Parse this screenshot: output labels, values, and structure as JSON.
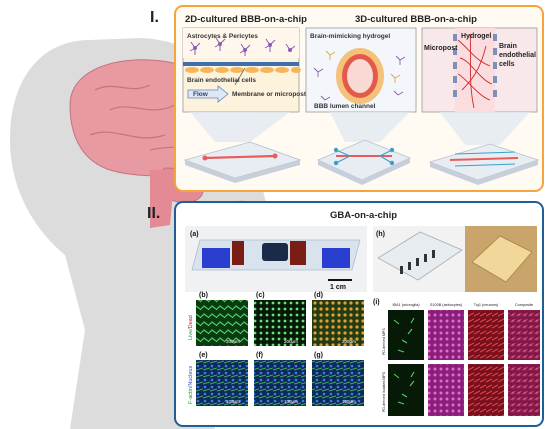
{
  "section1": {
    "roman": "I.",
    "title_2d": "2D-cultured BBB-on-a-chip",
    "title_3d": "3D-cultured BBB-on-a-chip"
  },
  "panel_a": {
    "astro": "Astrocytes & Pericytes",
    "endo": "Brain endothelial cells",
    "flow": "Flow",
    "membrane": "Membrane or microposts"
  },
  "panel_b": {
    "hydrogel": "Brain-mimicking hydrogel",
    "lumen": "BBB lumen channel"
  },
  "panel_c": {
    "micropost": "Micropost",
    "hydrogel": "Hydrogel",
    "brain": "Brain",
    "endothelial": "endothelial",
    "cells": "cells"
  },
  "section2": {
    "roman": "II.",
    "title": "GBA-on-a-chip",
    "labels": {
      "a": "(a)",
      "b": "(b)",
      "c": "(c)",
      "d": "(d)",
      "e": "(e)",
      "f": "(f)",
      "g": "(g)",
      "h": "(h)",
      "i": "(i)"
    },
    "scale_cm": "1 cm",
    "stain_live": "Live",
    "stain_dead": "Dead",
    "stain_factin": "F-actin",
    "stain_nucleus": "Nucleus",
    "scale_200": "200µm",
    "scale_100": "100µm",
    "col_headers": [
      "IBA1 (microglia)",
      "S100B (astrocytes)",
      "Tuj1 (neurons)",
      "Composite"
    ],
    "row_labels": [
      "PD-derived MPS",
      "PD-derived isolated MPS"
    ]
  },
  "colors": {
    "orange_frame": "#f5a53b",
    "blue_frame": "#1f5f93",
    "brain": "#e79aa1",
    "head": "#dcdcdc"
  }
}
